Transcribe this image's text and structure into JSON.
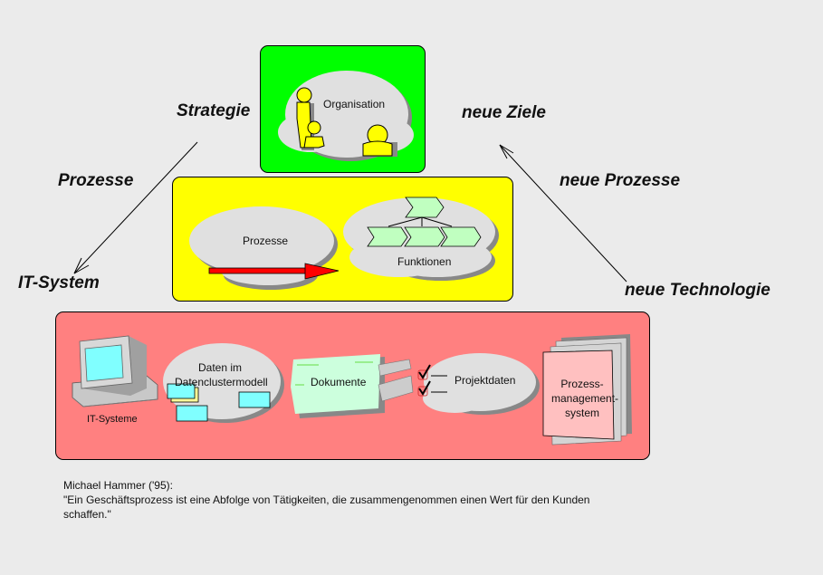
{
  "labels": {
    "strategie": "Strategie",
    "neue_ziele": "neue Ziele",
    "prozesse": "Prozesse",
    "neue_prozesse": "neue Prozesse",
    "it_system": "IT-System",
    "neue_technologie": "neue Technologie"
  },
  "top_panel": {
    "color": "#00ff00",
    "cloud_label": "Organisation",
    "icon": "people-icon"
  },
  "middle_panel": {
    "color": "#ffff00",
    "process_cloud_label": "Prozesse",
    "function_cloud_label": "Funktionen",
    "arrow_color": "#ff0000"
  },
  "bottom_panel": {
    "color": "#ff8080",
    "items": [
      {
        "label": "IT-Systeme",
        "icon": "computer-icon"
      },
      {
        "label_line1": "Daten im",
        "label_line2": "Datenclustermodell",
        "icon": "data-cloud-icon"
      },
      {
        "label": "Dokumente",
        "icon": "documents-stack-icon"
      },
      {
        "label": "Projektdaten",
        "icon": "checklist-icon"
      },
      {
        "label_line1": "Prozess-",
        "label_line2": "management-",
        "label_line3": "system",
        "icon": "book-icon"
      }
    ]
  },
  "quote": {
    "author": "Michael Hammer ('95):",
    "line1": "\"Ein Geschäftsprozess ist eine Abfolge von Tätigkeiten, die zusammengenommen einen Wert für den Kunden",
    "line2": "schaffen.\""
  }
}
